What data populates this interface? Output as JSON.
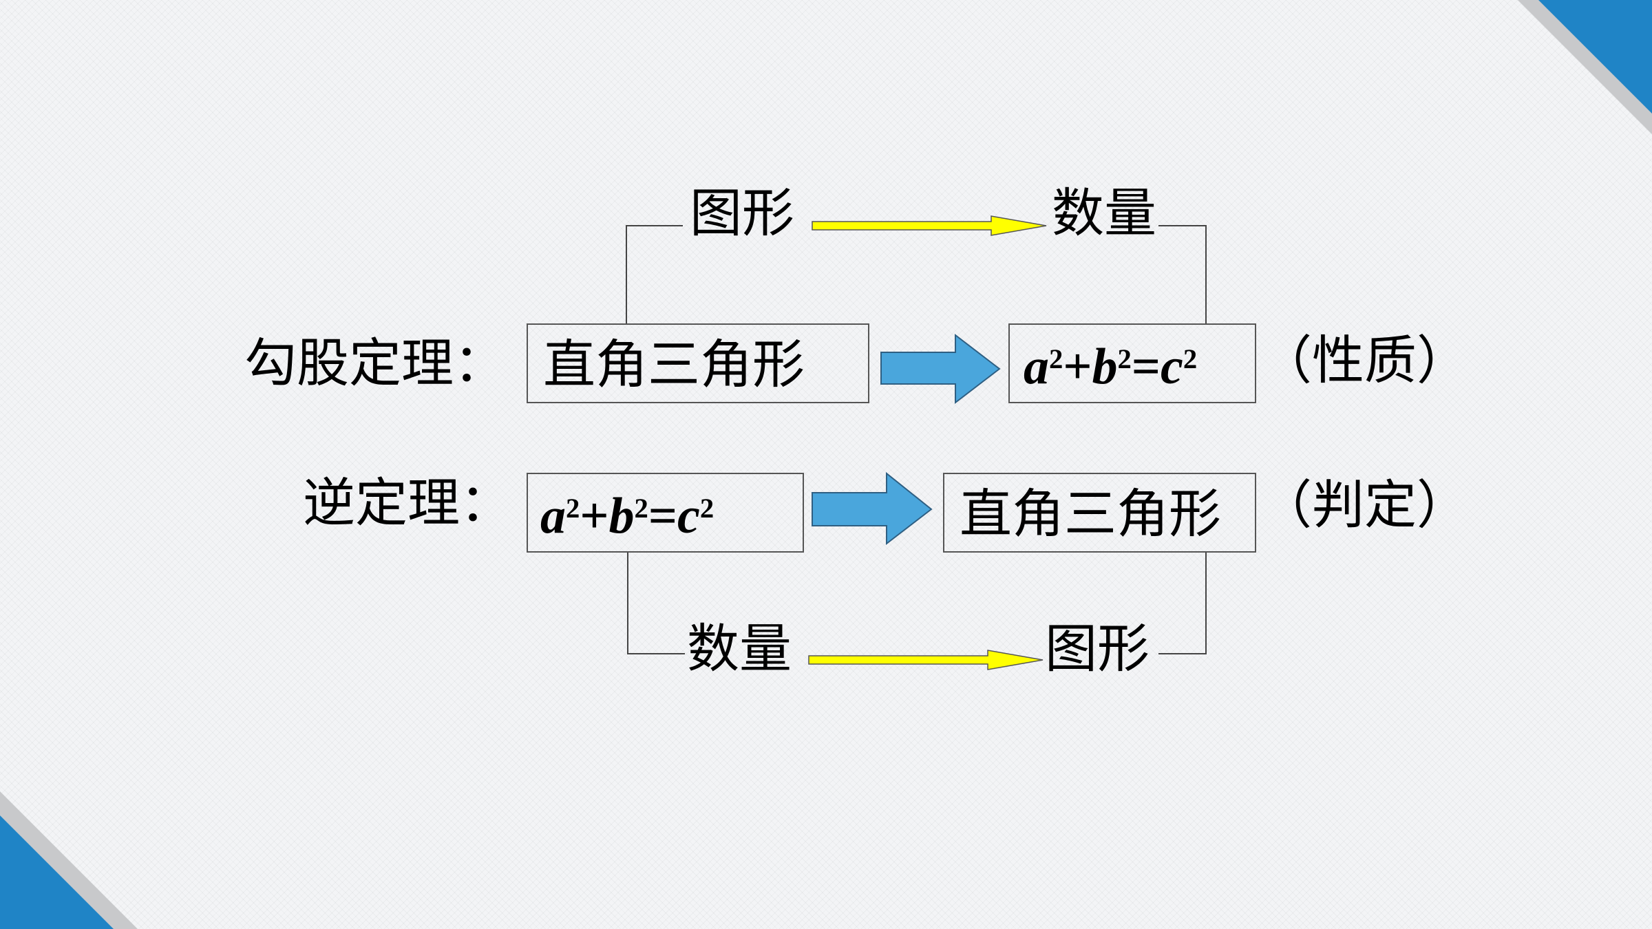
{
  "theorem": {
    "label": "勾股定理：",
    "box_left": "直角三角形",
    "box_right": {
      "a": "a",
      "sa": "2",
      "plus": "+",
      "b": "b",
      "sb": "2",
      "eq": "=",
      "c": "c",
      "sc": "2"
    },
    "note": "（性质）",
    "top_left_word": "图形",
    "top_right_word": "数量"
  },
  "converse": {
    "label": "逆定理：",
    "box_left": {
      "a": "a",
      "sa": "2",
      "plus": "+",
      "b": "b",
      "sb": "2",
      "eq": "=",
      "c": "c",
      "sc": "2"
    },
    "box_right": "直角三角形",
    "note": "（判定）",
    "bottom_left_word": "数量",
    "bottom_right_word": "图形"
  },
  "colors": {
    "corner_blue": "#1f84c6",
    "corner_gray": "#c8c9cb",
    "block_arrow_fill": "#4aa6dc",
    "thin_arrow_fill": "#ffff00"
  }
}
